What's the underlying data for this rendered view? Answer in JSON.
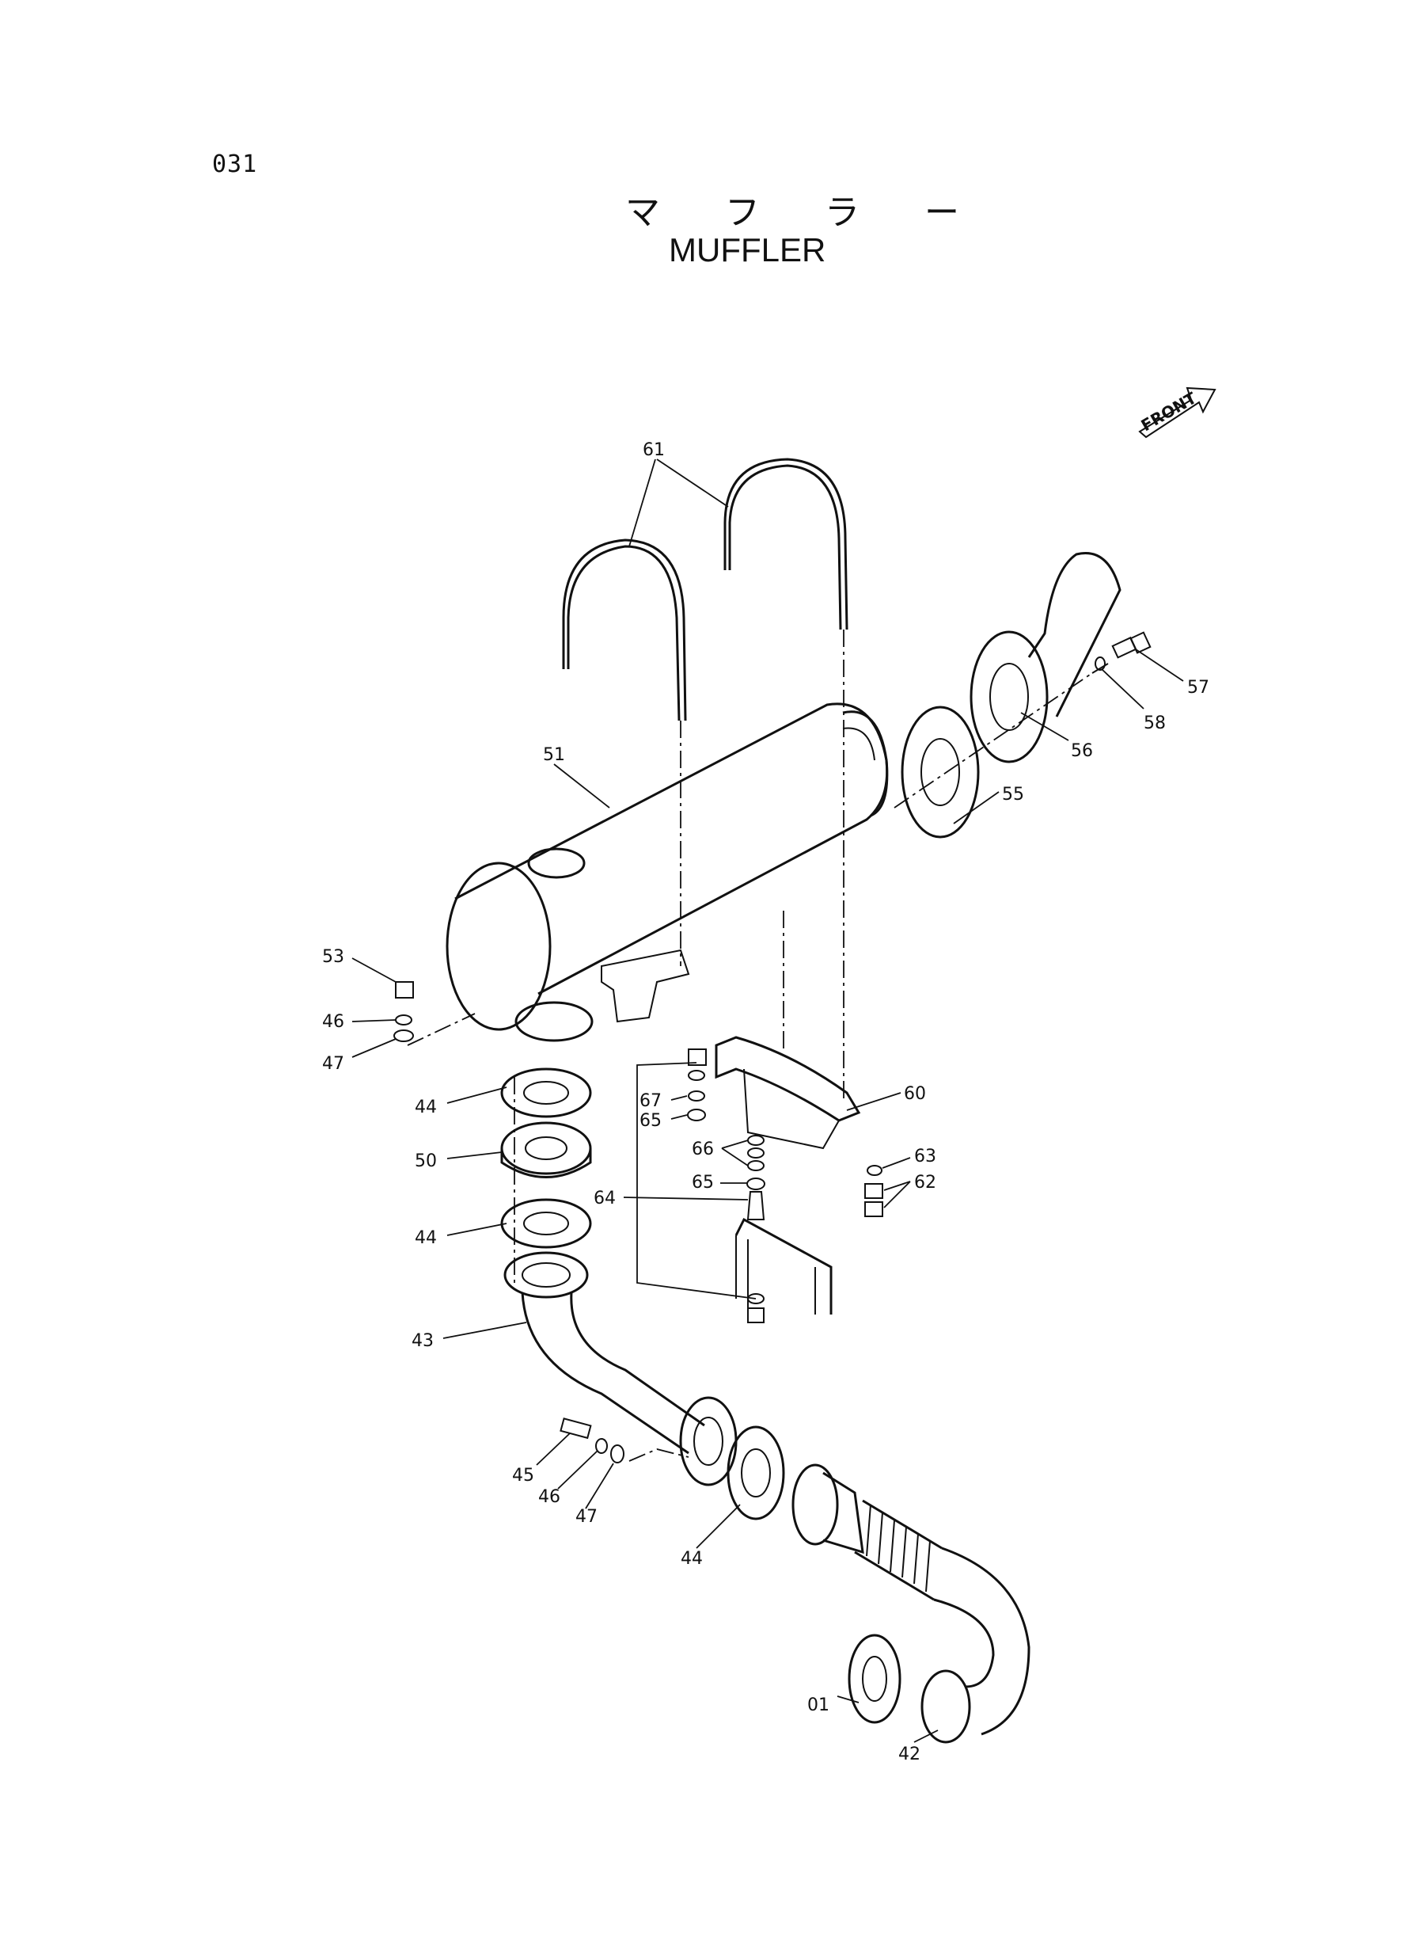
{
  "page_number": "031",
  "title_jp": "マ フ ラ ー",
  "title_en": "MUFFLER",
  "front_label": "FRONT",
  "callouts": {
    "c61": "61",
    "c51": "51",
    "c55": "55",
    "c56": "56",
    "c57": "57",
    "c58": "58",
    "c53": "53",
    "c46a": "46",
    "c47a": "47",
    "c44a": "44",
    "c50": "50",
    "c44b": "44",
    "c43": "43",
    "c60": "60",
    "c67": "67",
    "c65a": "65",
    "c66": "66",
    "c65b": "65",
    "c64": "64",
    "c63": "63",
    "c62": "62",
    "c45": "45",
    "c46b": "46",
    "c47b": "47",
    "c44c": "44",
    "c01": "01",
    "c42": "42"
  }
}
